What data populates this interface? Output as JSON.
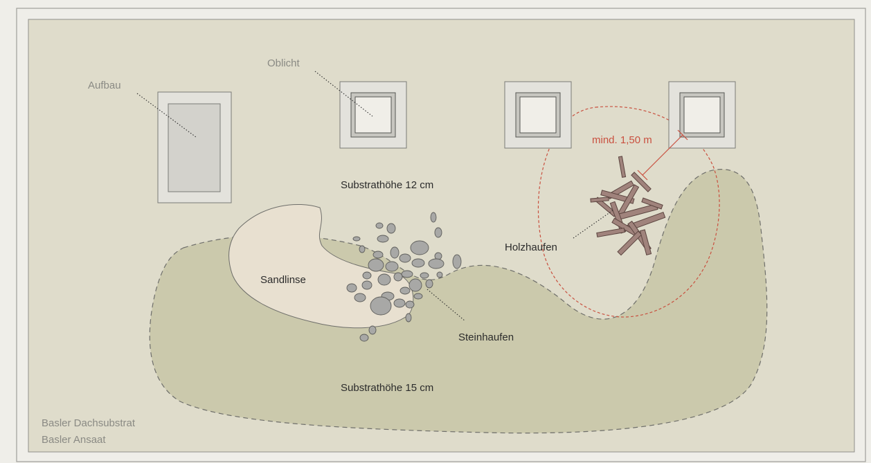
{
  "labels": {
    "aufbau": "Aufbau",
    "oblicht": "Oblicht",
    "distance": "mind. 1,50 m",
    "substrate_upper": "Substrathöhe 12 cm",
    "holzhaufen": "Holzhaufen",
    "sandlinse": "Sandlinse",
    "steinhaufen": "Steinhaufen",
    "substrate_lower": "Substrathöhe 15 cm",
    "footer_line1": "Basler Dachsubstrat",
    "footer_line2": "Basler Ansaat"
  },
  "colors": {
    "page_background": "#efeee9",
    "roof_area": "#dfdccb",
    "deep_substrate_zone": "#cbc9ac",
    "sand_lens": "#e8e0d0",
    "stones": "#a8a8a6",
    "wood": "#a0837c",
    "distance_marker": "#c9503f",
    "skylight_frame": "#e3e2dc",
    "skylight_glass": "#f0eee8"
  },
  "icons": {
    "stone_pile": "stones-icon",
    "wood_pile": "wood-pile-icon"
  }
}
